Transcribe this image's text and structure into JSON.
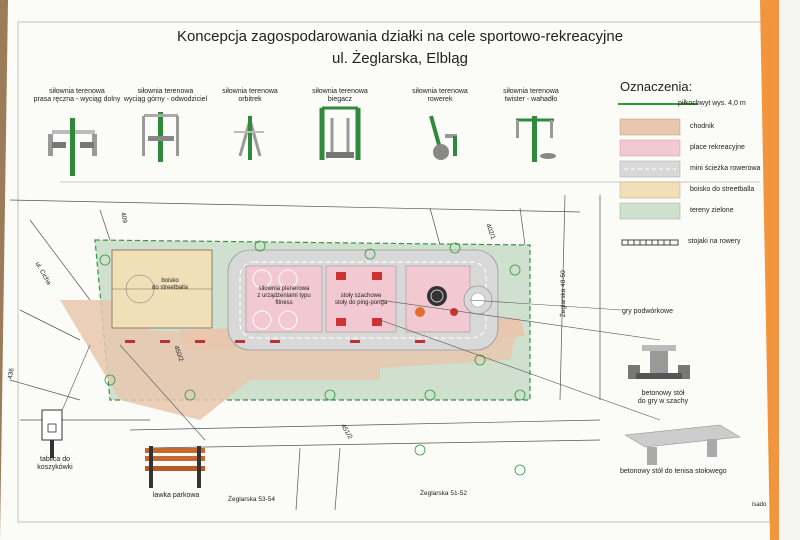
{
  "title": {
    "line1": "Koncepcja zagospodarowania działki na cele sportowo-rekreacyjne",
    "line2": "ul. Żeglarska, Elbląg"
  },
  "equipment": [
    {
      "line1": "siłownia terenowa",
      "line2": "prasa ręczna - wyciąg dolny"
    },
    {
      "line1": "siłownia terenowa",
      "line2": "wyciąg górny - odwodziciel"
    },
    {
      "line1": "siłownia terenowa",
      "line2": "orbitrek"
    },
    {
      "line1": "siłownia terenowa",
      "line2": "biegacz"
    },
    {
      "line1": "siłownia terenowa",
      "line2": "rowerek"
    },
    {
      "line1": "siłownia terenowa",
      "line2": "twister - wahadło"
    }
  ],
  "legend": {
    "heading": "Oznaczenia:",
    "items": [
      {
        "label": "piłkochwyt wys. 4,0 m",
        "color": "#2e9a3a"
      },
      {
        "label": "chodnik",
        "color": "#e8c7ae"
      },
      {
        "label": "place rekreacyjne",
        "color": "#f2c9d3"
      },
      {
        "label": "mini ścieżka rowerowa",
        "color": "#d8d8d8"
      },
      {
        "label": "boisko do streetballa",
        "color": "#f1dfb7"
      },
      {
        "label": "tereny zielone",
        "color": "#cfe0cf"
      },
      {
        "label": "stojaki na rowery",
        "color": "#555555"
      }
    ]
  },
  "plan": {
    "basketball_court": {
      "line1": "boisko",
      "line2": "do streetballa"
    },
    "fitness": {
      "line1": "siłownia plenerowa",
      "line2": "z urządzeniami typu",
      "line3": "fitness"
    },
    "chess": {
      "line1": "stoły szachowe",
      "line2": "stoły do ping-ponga"
    },
    "street_names": {
      "cicha": "ul. Cicha",
      "zeg_48_50": "Żeglarska 48-50",
      "zeg_53_54": "Żeglarska 53-54",
      "zeg_51_52": "Żeglarska 51-52"
    },
    "parcels": [
      "409",
      "450/2",
      "436",
      "451/2",
      "402/1"
    ]
  },
  "callouts": {
    "games": "gry podwórkowe",
    "chess_table": {
      "line1": "betonowy stół",
      "line2": "do gry w szachy"
    },
    "pingpong_table": "betonowy stół do tenisa stołowego",
    "bench": "ławka parkowa",
    "hoop": {
      "line1": "tablica do",
      "line2": "koszykówki"
    }
  },
  "footer_mark": "isado"
}
